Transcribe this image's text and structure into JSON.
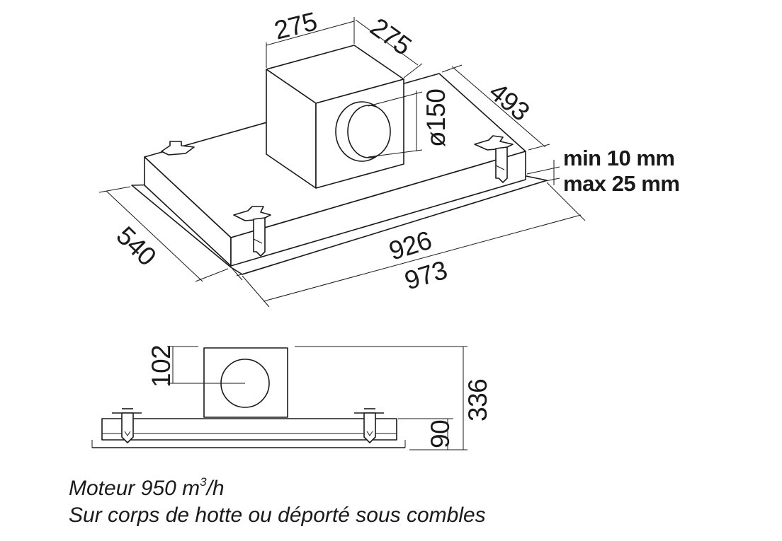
{
  "top_view": {
    "dim_duct_width": "275",
    "dim_duct_depth": "275",
    "dim_hood_depth_inner": "493",
    "dim_outlet_diameter": "ø150",
    "dim_panel_depth": "540",
    "dim_hood_width": "926",
    "dim_panel_width": "973",
    "gap_min": "min 10 mm",
    "gap_max": "max 25 mm"
  },
  "side_view": {
    "dim_outlet_height": "102",
    "dim_total_height": "336",
    "dim_body_height": "90"
  },
  "captions": {
    "motor_prefix": "Moteur 950 m",
    "motor_exp": "3",
    "motor_suffix": "/h",
    "mounting": "Sur corps de hotte ou déporté sous combles"
  }
}
